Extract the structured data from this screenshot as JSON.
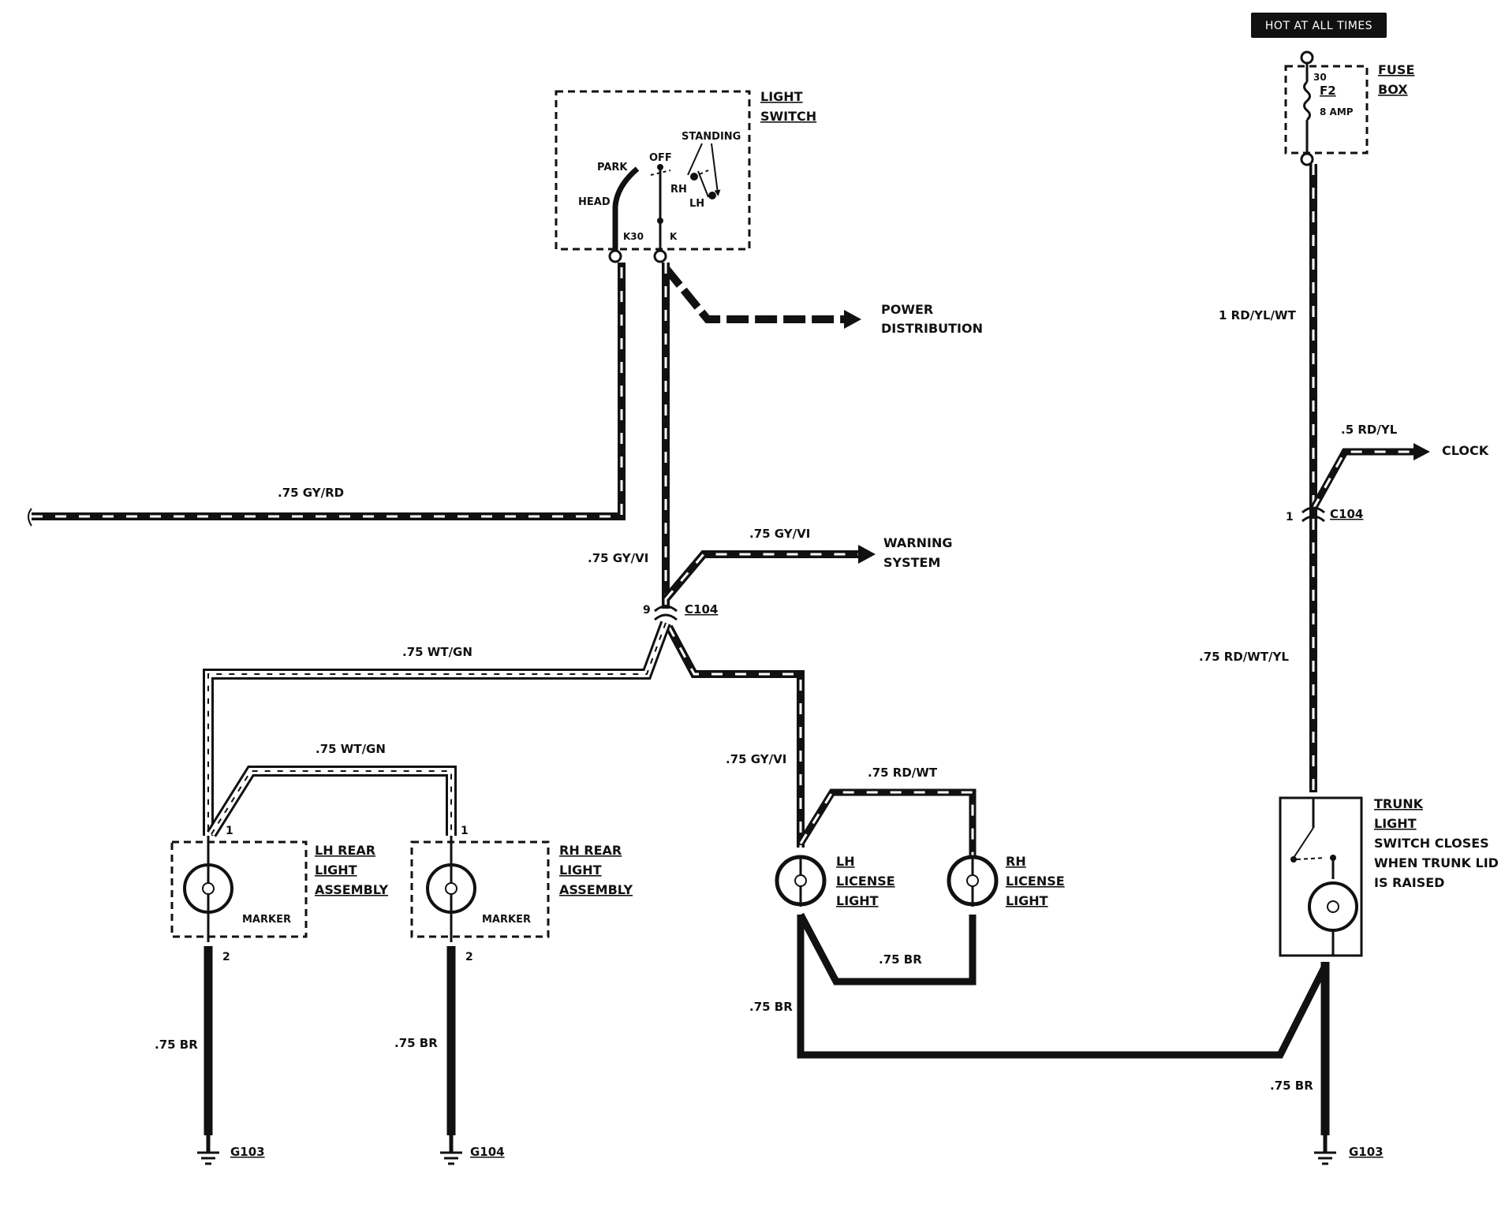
{
  "hot_label": "HOT AT ALL TIMES",
  "fuse_box": {
    "label_line1": "FUSE",
    "label_line2": "BOX",
    "terminal": "30",
    "fuse": "F2",
    "rating": "8 AMP"
  },
  "light_switch": {
    "label_line1": "LIGHT",
    "label_line2": "SWITCH",
    "positions": {
      "standing": "STANDING",
      "park": "PARK",
      "off": "OFF",
      "rh": "RH",
      "lh": "LH",
      "head": "HEAD"
    },
    "terminal_k30": "K30",
    "terminal_k": "K"
  },
  "wires": {
    "gy_rd": ".75 GY/RD",
    "gy_vi_vertical": ".75 GY/VI",
    "gy_vi_warning": ".75 GY/VI",
    "wt_gn_top": ".75 WT/GN",
    "wt_gn_bridge": ".75 WT/GN",
    "gy_vi_license": ".75 GY/VI",
    "rd_wt": ".75 RD/WT",
    "br_license": ".75 BR",
    "br_bottom": ".75 BR",
    "br_lh": ".75 BR",
    "br_rh": ".75 BR",
    "br_trunk": ".75 BR",
    "rd_yl_wt": "1 RD/YL/WT",
    "rd_yl": ".5 RD/YL",
    "rd_wt_yl": ".75 RD/WT/YL"
  },
  "destinations": {
    "power_line1": "POWER",
    "power_line2": "DISTRIBUTION",
    "warning_line1": "WARNING",
    "warning_line2": "SYSTEM",
    "clock": "CLOCK"
  },
  "connectors": {
    "c104_left": "C104",
    "c104_left_pin": "9",
    "c104_right": "C104",
    "c104_right_pin": "1"
  },
  "lh_rear": {
    "line1": "LH REAR",
    "line2": "LIGHT",
    "line3": "ASSEMBLY",
    "bulb": "MARKER",
    "pin_top": "1",
    "pin_bottom": "2"
  },
  "rh_rear": {
    "line1": "RH REAR",
    "line2": "LIGHT",
    "line3": "ASSEMBLY",
    "bulb": "MARKER",
    "pin_top": "1",
    "pin_bottom": "2"
  },
  "lh_license": {
    "line1": "LH",
    "line2": "LICENSE",
    "line3": "LIGHT"
  },
  "rh_license": {
    "line1": "RH",
    "line2": "LICENSE",
    "line3": "LIGHT"
  },
  "trunk": {
    "line1": "TRUNK",
    "line2": "LIGHT",
    "note1": "SWITCH CLOSES",
    "note2": "WHEN TRUNK LID",
    "note3": "IS RAISED"
  },
  "grounds": {
    "g103_left": "G103",
    "g104": "G104",
    "g103_right": "G103"
  }
}
